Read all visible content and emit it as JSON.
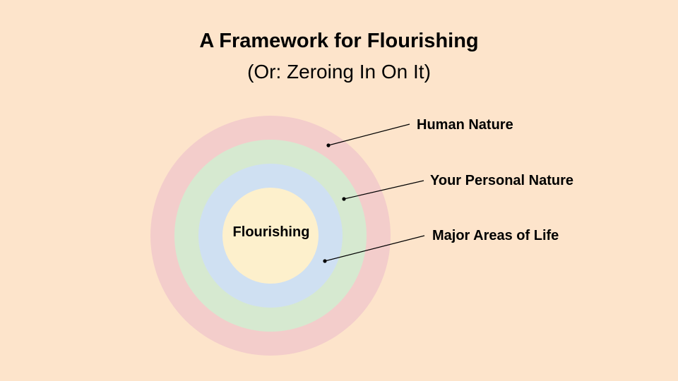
{
  "slide": {
    "title": "A Framework for Flourishing",
    "subtitle": "(Or: Zeroing In On It)"
  },
  "diagram": {
    "center_label": "Flourishing",
    "rings": [
      {
        "label": "Human Nature",
        "color": "#f3cdcb"
      },
      {
        "label": "Your Personal Nature",
        "color": "#d6e9d0"
      },
      {
        "label": "Major Areas of Life",
        "color": "#cfe0f2"
      },
      {
        "label": "Flourishing",
        "color": "#fdf0cc"
      }
    ],
    "background_color": "#fde4cb"
  }
}
